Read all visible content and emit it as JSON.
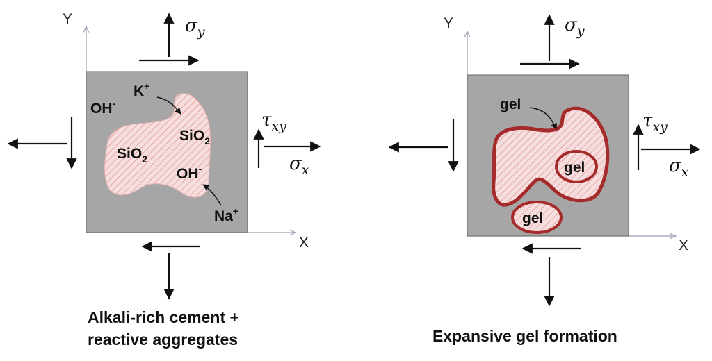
{
  "colors": {
    "block": "#a6a6a6",
    "aggregate_fill": "#f6dede",
    "hatch": "#e39a9a",
    "gel_ring": "#a52a2a",
    "arrow": "#111111",
    "axis": "#9a9ab0"
  },
  "left_panel": {
    "axis_y": "Y",
    "axis_x": "X",
    "sigma": "σ",
    "tau": "τ",
    "sub_y": "y",
    "sub_x": "x",
    "sub_xy": "xy",
    "oh": "OH",
    "minus": "-",
    "k": "K",
    "na": "Na",
    "plus": "+",
    "sio": "SiO",
    "two": "2",
    "caption_line1": "Alkali-rich cement +",
    "caption_line2": "reactive aggregates"
  },
  "right_panel": {
    "axis_y": "Y",
    "axis_x": "X",
    "sigma": "σ",
    "tau": "τ",
    "sub_y": "y",
    "sub_x": "x",
    "sub_xy": "xy",
    "gel_pointer": "gel",
    "gel_inner_1": "gel",
    "gel_inner_2": "gel",
    "caption": "Expansive gel formation"
  }
}
